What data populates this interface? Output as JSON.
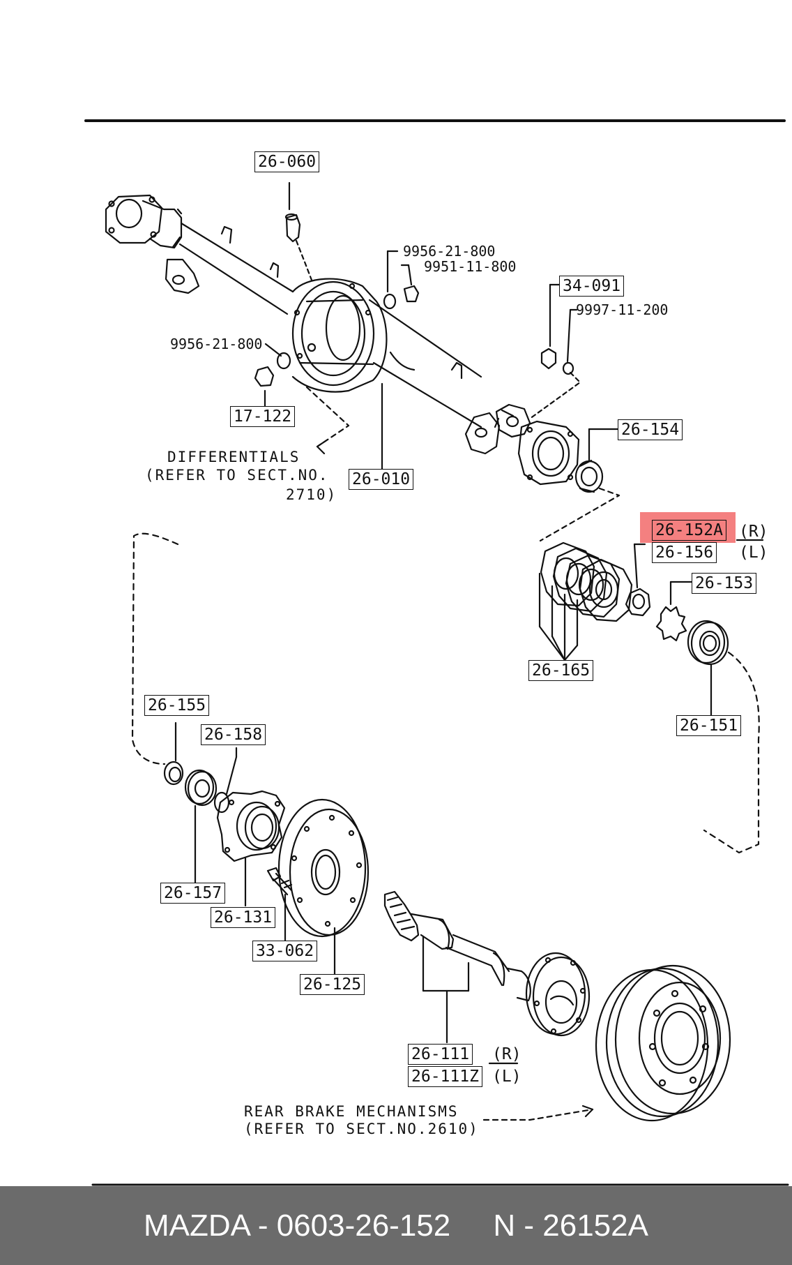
{
  "parts": {
    "p26_060": "26-060",
    "p9956_21_800_a": "9956-21-800",
    "p9951_11_800": "9951-11-800",
    "p34_091": "34-091",
    "p9997_11_200": "9997-11-200",
    "p9956_21_800_b": "9956-21-800",
    "p17_122": "17-122",
    "p26_010": "26-010",
    "p26_154": "26-154",
    "p26_152A": "26-152A",
    "p26_156": "26-156",
    "p26_153": "26-153",
    "p26_165": "26-165",
    "p26_151": "26-151",
    "p26_155": "26-155",
    "p26_158": "26-158",
    "p26_157": "26-157",
    "p26_131": "26-131",
    "p33_062": "33-062",
    "p26_125": "26-125",
    "p26_111": "26-111",
    "p26_111Z": "26-111Z"
  },
  "side_labels": {
    "right_a": "(R)",
    "left_a": "(L)",
    "right_b": "(R)",
    "left_b": "(L)"
  },
  "notes": {
    "differentials_1": "DIFFERENTIALS",
    "differentials_2": "(REFER TO SECT.NO.",
    "differentials_3": "2710)",
    "brake_1": "REAR BRAKE MECHANISMS",
    "brake_2": "(REFER TO SECT.NO.2610)"
  },
  "highlight": {
    "part": "26-152A",
    "color": "#f16060"
  },
  "footer": {
    "brand": "MAZDA",
    "part_number": "0603-26-152",
    "alt_number": "N - 26152A",
    "text": "MAZDA - 0603-26-152     N - 26152A"
  }
}
